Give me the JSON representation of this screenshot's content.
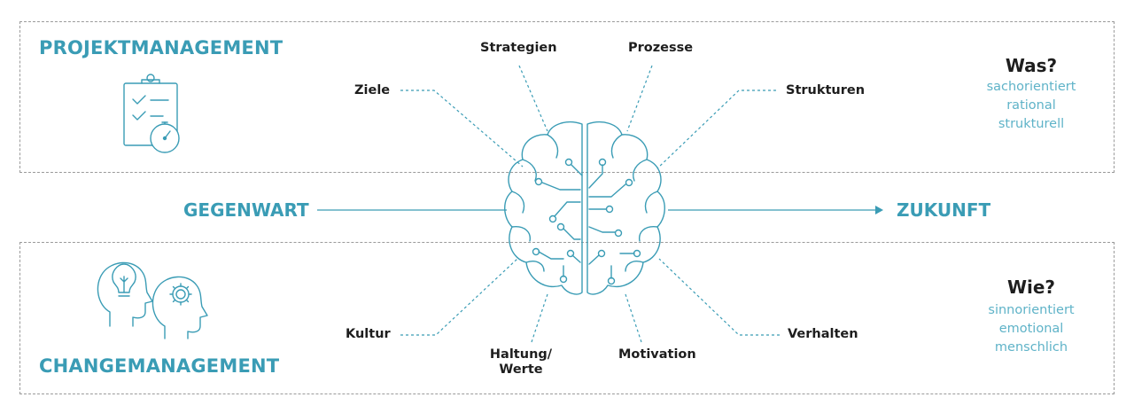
{
  "colors": {
    "accent": "#3a9cb5",
    "accent_light": "#5fb3c8",
    "border": "#9a9a9a",
    "text": "#1e1e1e"
  },
  "top_section": {
    "title": "PROJEKTMANAGEMENT",
    "icon": "clipboard-stopwatch-icon",
    "question": "Was?",
    "attributes": [
      "sachorientiert",
      "rational",
      "strukturell"
    ],
    "labels": [
      "Ziele",
      "Strategien",
      "Prozesse",
      "Strukturen"
    ]
  },
  "bottom_section": {
    "title": "CHANGEMANAGEMENT",
    "icon": "heads-lightbulb-gear-icon",
    "question": "Wie?",
    "attributes": [
      "sinnorientiert",
      "emotional",
      "menschlich"
    ],
    "labels": [
      "Kultur",
      "Haltung/\nWerte",
      "Motivation",
      "Verhalten"
    ]
  },
  "timeline": {
    "from": "GEGENWART",
    "to": "ZUKUNFT"
  },
  "center_icon": "brain-circuit-icon"
}
